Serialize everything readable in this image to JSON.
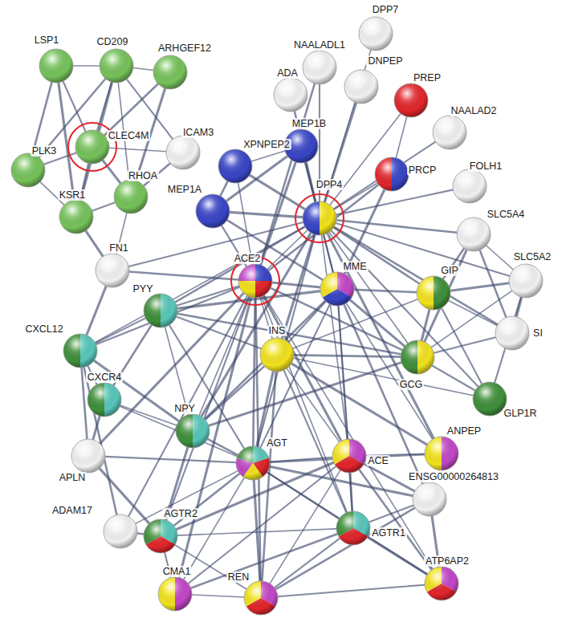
{
  "diagram": {
    "nodes": [
      {
        "text": [
          "DPP7"
        ]
      },
      {
        "text": [
          "NAALADL1"
        ]
      },
      {
        "text": [
          "ADA"
        ]
      },
      {
        "text": [
          "DNPEP"
        ]
      },
      {
        "text": [
          "PREP"
        ]
      },
      {
        "text": [
          "LSP1"
        ]
      },
      {
        "text": [
          "CD209"
        ]
      },
      {
        "text": [
          "ARHGEF12"
        ]
      },
      {
        "text": [
          "NAALAD2"
        ]
      },
      {
        "text": [
          "MEP1B"
        ]
      },
      {
        "text": [
          "XPNPEP2"
        ]
      },
      {
        "text": [
          "CLEC4M"
        ]
      },
      {
        "text": [
          "ICAM3"
        ]
      },
      {
        "text": [
          "PLK3"
        ]
      },
      {
        "text": [
          "PRCP"
        ]
      },
      {
        "text": [
          "FOLH1"
        ]
      },
      {
        "text": [
          "DPP4"
        ]
      },
      {
        "text": [
          "RHOA"
        ]
      },
      {
        "text": [
          "MEP1A"
        ]
      },
      {
        "text": [
          "KSR1"
        ]
      },
      {
        "text": [
          "SLC5A4"
        ]
      },
      {
        "text": [
          "FN1"
        ]
      },
      {
        "text": [
          "ACE2"
        ]
      },
      {
        "text": [
          "MME"
        ]
      },
      {
        "text": [
          "GIP"
        ]
      },
      {
        "text": [
          "SLC5A2"
        ]
      },
      {
        "text": [
          "PYY"
        ]
      },
      {
        "text": [
          "SI"
        ]
      },
      {
        "text": [
          "CXCL12"
        ]
      },
      {
        "text": [
          "INS"
        ]
      },
      {
        "text": [
          "GCG"
        ]
      },
      {
        "text": [
          "CXCR4"
        ]
      },
      {
        "text": [
          "GLP1R"
        ]
      },
      {
        "text": [
          "NPY"
        ]
      },
      {
        "text": [
          "ANPEP"
        ]
      },
      {
        "text": [
          "APLN"
        ]
      },
      {
        "text": [
          "AGT"
        ]
      },
      {
        "text": [
          "ACE"
        ]
      },
      {
        "text": [
          "ENSG00000264813"
        ]
      },
      {
        "text": [
          "ADAM17"
        ]
      },
      {
        "text": [
          "AGTR2"
        ]
      },
      {
        "text": [
          "AGTR1"
        ]
      },
      {
        "text": [
          "CMA1"
        ]
      },
      {
        "text": [
          "ATP6AP2"
        ]
      },
      {
        "text": [
          "REN"
        ]
      }
    ],
    "edges": [
      {
        "from": 5,
        "to": 6,
        "arrow": "none"
      },
      {
        "from": 5,
        "to": 11,
        "arrow": "none"
      },
      {
        "from": 5,
        "to": 13,
        "arrow": "none"
      },
      {
        "from": 5,
        "to": 19,
        "arrow": "none"
      },
      {
        "from": 6,
        "to": 7,
        "arrow": "none"
      },
      {
        "from": 6,
        "to": 11,
        "arrow": "none"
      },
      {
        "from": 6,
        "to": 13,
        "arrow": "none"
      },
      {
        "from": 6,
        "to": 19,
        "arrow": "none"
      },
      {
        "from": 6,
        "to": 17,
        "arrow": "none"
      },
      {
        "from": 6,
        "to": 12,
        "arrow": "none"
      },
      {
        "from": 7,
        "to": 11,
        "arrow": "none"
      },
      {
        "from": 7,
        "to": 17,
        "arrow": "none"
      },
      {
        "from": 11,
        "to": 12,
        "arrow": "none"
      },
      {
        "from": 11,
        "to": 13,
        "arrow": "none"
      },
      {
        "from": 11,
        "to": 19,
        "arrow": "none"
      },
      {
        "from": 11,
        "to": 17,
        "arrow": "none"
      },
      {
        "from": 13,
        "to": 19,
        "arrow": "none"
      },
      {
        "from": 19,
        "to": 17,
        "arrow": "none"
      },
      {
        "from": 12,
        "to": 17,
        "arrow": "none"
      },
      {
        "from": 19,
        "to": 21,
        "arrow": "none"
      },
      {
        "from": 17,
        "to": 21,
        "arrow": "none"
      },
      {
        "from": 21,
        "to": 16,
        "arrow": "none"
      },
      {
        "from": 21,
        "to": 22,
        "arrow": "none"
      },
      {
        "from": 21,
        "to": 28,
        "arrow": "none"
      },
      {
        "from": 16,
        "to": 0,
        "arrow": "none"
      },
      {
        "from": 16,
        "to": 1,
        "arrow": "none"
      },
      {
        "from": 16,
        "to": 2,
        "arrow": "none"
      },
      {
        "from": 16,
        "to": 3,
        "arrow": "none"
      },
      {
        "from": 16,
        "to": 4,
        "arrow": "none"
      },
      {
        "from": 16,
        "to": 8,
        "arrow": "none"
      },
      {
        "from": 16,
        "to": 9,
        "arrow": "none"
      },
      {
        "from": 16,
        "to": 10,
        "arrow": "none"
      },
      {
        "from": 16,
        "to": 14,
        "arrow": "none"
      },
      {
        "from": 16,
        "to": 15,
        "arrow": "none"
      },
      {
        "from": 16,
        "to": 20,
        "arrow": "none"
      },
      {
        "from": 16,
        "to": 18,
        "arrow": "none"
      },
      {
        "from": 16,
        "to": 22,
        "arrow": "none"
      },
      {
        "from": 16,
        "to": 23,
        "arrow": "none"
      },
      {
        "from": 16,
        "to": 24,
        "arrow": "none"
      },
      {
        "from": 16,
        "to": 29,
        "arrow": "none"
      },
      {
        "from": 16,
        "to": 30,
        "arrow": "none"
      },
      {
        "from": 16,
        "to": 32,
        "arrow": "none"
      },
      {
        "from": 16,
        "to": 26,
        "arrow": "none"
      },
      {
        "from": 16,
        "to": 33,
        "arrow": "none"
      },
      {
        "from": 16,
        "to": 28,
        "arrow": "none"
      },
      {
        "from": 16,
        "to": 25,
        "arrow": "none"
      },
      {
        "from": 16,
        "to": 27,
        "arrow": "none"
      },
      {
        "from": 16,
        "to": 34,
        "arrow": "none"
      },
      {
        "from": 16,
        "to": 37,
        "arrow": "none"
      },
      {
        "from": 16,
        "to": 36,
        "arrow": "none"
      },
      {
        "from": 22,
        "to": 1,
        "arrow": "none"
      },
      {
        "from": 22,
        "to": 9,
        "arrow": "none"
      },
      {
        "from": 22,
        "to": 10,
        "arrow": "none"
      },
      {
        "from": 22,
        "to": 18,
        "arrow": "none"
      },
      {
        "from": 22,
        "to": 14,
        "arrow": "none"
      },
      {
        "from": 22,
        "to": 23,
        "arrow": "none"
      },
      {
        "from": 22,
        "to": 29,
        "arrow": "none"
      },
      {
        "from": 22,
        "to": 26,
        "arrow": "none"
      },
      {
        "from": 22,
        "to": 36,
        "arrow": "none"
      },
      {
        "from": 22,
        "to": 37,
        "arrow": "none"
      },
      {
        "from": 22,
        "to": 41,
        "arrow": "none"
      },
      {
        "from": 22,
        "to": 40,
        "arrow": "none"
      },
      {
        "from": 22,
        "to": 44,
        "arrow": "none"
      },
      {
        "from": 22,
        "to": 35,
        "arrow": "none"
      },
      {
        "from": 22,
        "to": 33,
        "arrow": "none"
      },
      {
        "from": 22,
        "to": 39,
        "arrow": "none"
      },
      {
        "from": 22,
        "to": 30,
        "arrow": "none"
      },
      {
        "from": 22,
        "to": 42,
        "arrow": "none"
      },
      {
        "from": 22,
        "to": 43,
        "arrow": "none"
      },
      {
        "from": 22,
        "to": 28,
        "arrow": "none"
      },
      {
        "from": 18,
        "to": 10,
        "arrow": "none"
      },
      {
        "from": 18,
        "to": 9,
        "arrow": "none"
      },
      {
        "from": 10,
        "to": 9,
        "arrow": "none"
      },
      {
        "from": 9,
        "to": 23,
        "arrow": "none"
      },
      {
        "from": 18,
        "to": 23,
        "arrow": "none"
      },
      {
        "from": 14,
        "to": 23,
        "arrow": "none"
      },
      {
        "from": 14,
        "to": 4,
        "arrow": "none"
      },
      {
        "from": 23,
        "to": 29,
        "arrow": "none"
      },
      {
        "from": 23,
        "to": 24,
        "arrow": "none"
      },
      {
        "from": 23,
        "to": 30,
        "arrow": "none"
      },
      {
        "from": 23,
        "to": 37,
        "arrow": "none"
      },
      {
        "from": 23,
        "to": 36,
        "arrow": "none"
      },
      {
        "from": 23,
        "to": 33,
        "arrow": "none"
      },
      {
        "from": 23,
        "to": 26,
        "arrow": "none"
      },
      {
        "from": 23,
        "to": 34,
        "arrow": "none"
      },
      {
        "from": 23,
        "to": 41,
        "arrow": "none"
      },
      {
        "from": 23,
        "to": 38,
        "arrow": "none"
      },
      {
        "from": 24,
        "to": 30,
        "arrow": "none"
      },
      {
        "from": 24,
        "to": 29,
        "arrow": "none"
      },
      {
        "from": 24,
        "to": 32,
        "arrow": "none"
      },
      {
        "from": 24,
        "to": 20,
        "arrow": "none"
      },
      {
        "from": 24,
        "to": 25,
        "arrow": "none"
      },
      {
        "from": 24,
        "to": 27,
        "arrow": "none"
      },
      {
        "from": 30,
        "to": 32,
        "arrow": "none"
      },
      {
        "from": 30,
        "to": 29,
        "arrow": "none"
      },
      {
        "from": 30,
        "to": 20,
        "arrow": "none"
      },
      {
        "from": 30,
        "to": 25,
        "arrow": "none"
      },
      {
        "from": 30,
        "to": 27,
        "arrow": "none"
      },
      {
        "from": 30,
        "to": 26,
        "arrow": "none"
      },
      {
        "from": 30,
        "to": 33,
        "arrow": "none"
      },
      {
        "from": 32,
        "to": 29,
        "arrow": "none"
      },
      {
        "from": 32,
        "to": 25,
        "arrow": "none"
      },
      {
        "from": 20,
        "to": 27,
        "arrow": "none"
      },
      {
        "from": 25,
        "to": 27,
        "arrow": "none"
      },
      {
        "from": 20,
        "to": 25,
        "arrow": "none"
      },
      {
        "from": 29,
        "to": 26,
        "arrow": "none"
      },
      {
        "from": 29,
        "to": 33,
        "arrow": "none"
      },
      {
        "from": 29,
        "to": 36,
        "arrow": "none"
      },
      {
        "from": 29,
        "to": 37,
        "arrow": "none"
      },
      {
        "from": 29,
        "to": 41,
        "arrow": "none"
      },
      {
        "from": 29,
        "to": 44,
        "arrow": "none"
      },
      {
        "from": 29,
        "to": 34,
        "arrow": "none"
      },
      {
        "from": 26,
        "to": 33,
        "arrow": "none"
      },
      {
        "from": 26,
        "to": 28,
        "arrow": "none"
      },
      {
        "from": 26,
        "to": 31,
        "arrow": "none"
      },
      {
        "from": 33,
        "to": 28,
        "arrow": "none"
      },
      {
        "from": 33,
        "to": 31,
        "arrow": "none"
      },
      {
        "from": 28,
        "to": 31,
        "arrow": "none"
      },
      {
        "from": 28,
        "to": 35,
        "arrow": "none"
      },
      {
        "from": 31,
        "to": 35,
        "arrow": "none"
      },
      {
        "from": 31,
        "to": 36,
        "arrow": "none"
      },
      {
        "from": 35,
        "to": 36,
        "arrow": "none"
      },
      {
        "from": 28,
        "to": 39,
        "arrow": "none"
      },
      {
        "from": 35,
        "to": 40,
        "arrow": "none"
      },
      {
        "from": 36,
        "to": 37,
        "arrow": "none"
      },
      {
        "from": 36,
        "to": 41,
        "arrow": "none"
      },
      {
        "from": 36,
        "to": 40,
        "arrow": "none"
      },
      {
        "from": 36,
        "to": 44,
        "arrow": "none"
      },
      {
        "from": 36,
        "to": 42,
        "arrow": "none"
      },
      {
        "from": 36,
        "to": 43,
        "arrow": "none"
      },
      {
        "from": 36,
        "to": 33,
        "arrow": "none"
      },
      {
        "from": 36,
        "to": 38,
        "arrow": "none"
      },
      {
        "from": 36,
        "to": 39,
        "arrow": "none"
      },
      {
        "from": 36,
        "to": 26,
        "arrow": "none"
      },
      {
        "from": 37,
        "to": 41,
        "arrow": "none"
      },
      {
        "from": 37,
        "to": 40,
        "arrow": "none"
      },
      {
        "from": 37,
        "to": 44,
        "arrow": "none"
      },
      {
        "from": 37,
        "to": 42,
        "arrow": "none"
      },
      {
        "from": 37,
        "to": 43,
        "arrow": "none"
      },
      {
        "from": 37,
        "to": 38,
        "arrow": "none"
      },
      {
        "from": 37,
        "to": 34,
        "arrow": "none"
      },
      {
        "from": 38,
        "to": 41,
        "arrow": "none"
      },
      {
        "from": 38,
        "to": 44,
        "arrow": "none"
      },
      {
        "from": 38,
        "to": 43,
        "arrow": "none"
      },
      {
        "from": 41,
        "to": 40,
        "arrow": "none"
      },
      {
        "from": 41,
        "to": 44,
        "arrow": "none"
      },
      {
        "from": 41,
        "to": 42,
        "arrow": "none"
      },
      {
        "from": 41,
        "to": 43,
        "arrow": "none"
      },
      {
        "from": 40,
        "to": 44,
        "arrow": "none"
      },
      {
        "from": 40,
        "to": 42,
        "arrow": "none"
      },
      {
        "from": 40,
        "to": 39,
        "arrow": "none"
      },
      {
        "from": 40,
        "to": 33,
        "arrow": "none"
      },
      {
        "from": 42,
        "to": 44,
        "arrow": "none"
      },
      {
        "from": 44,
        "to": 43,
        "arrow": "none"
      },
      {
        "from": 34,
        "to": 36,
        "arrow": "none"
      }
    ]
  }
}
